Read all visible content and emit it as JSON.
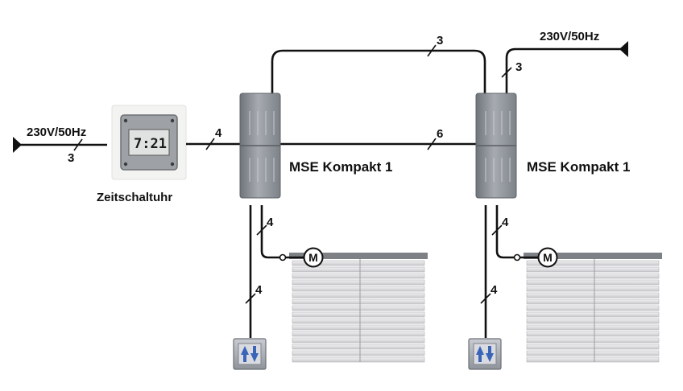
{
  "supply_left": {
    "voltage": "230V/50Hz",
    "wires": "3"
  },
  "supply_right": {
    "voltage": "230V/50Hz",
    "wires": "3"
  },
  "timer": {
    "label": "Zeitschaltuhr",
    "display": "7:21"
  },
  "controller_left": {
    "label": "MSE Kompakt 1"
  },
  "controller_right": {
    "label": "MSE Kompakt 1"
  },
  "wire_counts": {
    "timer_to_controller": "4",
    "controllers_top": "3",
    "controllers_middle": "6",
    "left_to_motor": "4",
    "left_to_switch": "4",
    "right_to_motor": "4",
    "right_to_switch": "4"
  },
  "motor_left": {
    "symbol": "M"
  },
  "motor_right": {
    "symbol": "M"
  },
  "colors": {
    "wire": "#111111",
    "controller": "#8a8f96",
    "blind": "#dcdde0",
    "switch_arrow": "#3a64b8"
  }
}
